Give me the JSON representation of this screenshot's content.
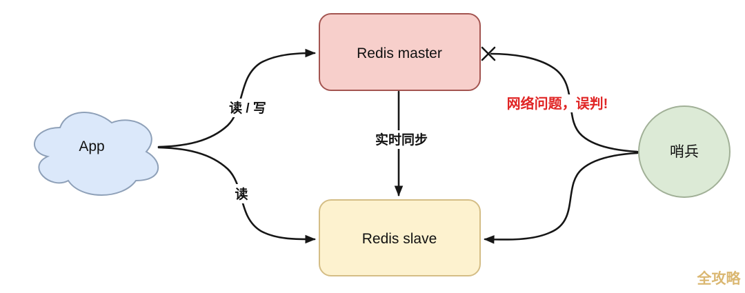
{
  "diagram_title": "Redis master-slave with sentinel misjudgment diagram",
  "nodes": {
    "app": {
      "label": "App",
      "shape": "cloud",
      "fill": "#dbe8fa",
      "stroke": "#8ea0b8"
    },
    "master": {
      "label": "Redis master",
      "shape": "rounded-rect",
      "fill": "#f7cfcb",
      "stroke": "#a35450"
    },
    "slave": {
      "label": "Redis slave",
      "shape": "rounded-rect",
      "fill": "#fdf2cf",
      "stroke": "#d4bd85"
    },
    "sentinel": {
      "label": "哨兵",
      "shape": "circle",
      "fill": "#dcead6",
      "stroke": "#a1b097"
    }
  },
  "edges": {
    "app_to_master": {
      "label": "读 / 写",
      "type": "arrow"
    },
    "app_to_slave": {
      "label": "读",
      "type": "arrow"
    },
    "master_to_slave": {
      "label": "实时同步",
      "type": "arrow"
    },
    "sentinel_to_master": {
      "label": "",
      "type": "broken",
      "annotation": "网络问题，误判!",
      "annotation_color": "#e02424"
    },
    "sentinel_to_slave": {
      "label": "",
      "type": "arrow"
    }
  },
  "style": {
    "edge_color": "#161616",
    "background": "#ffffff"
  },
  "watermark": {
    "text": "全攻略",
    "color": "#d2a64e"
  }
}
